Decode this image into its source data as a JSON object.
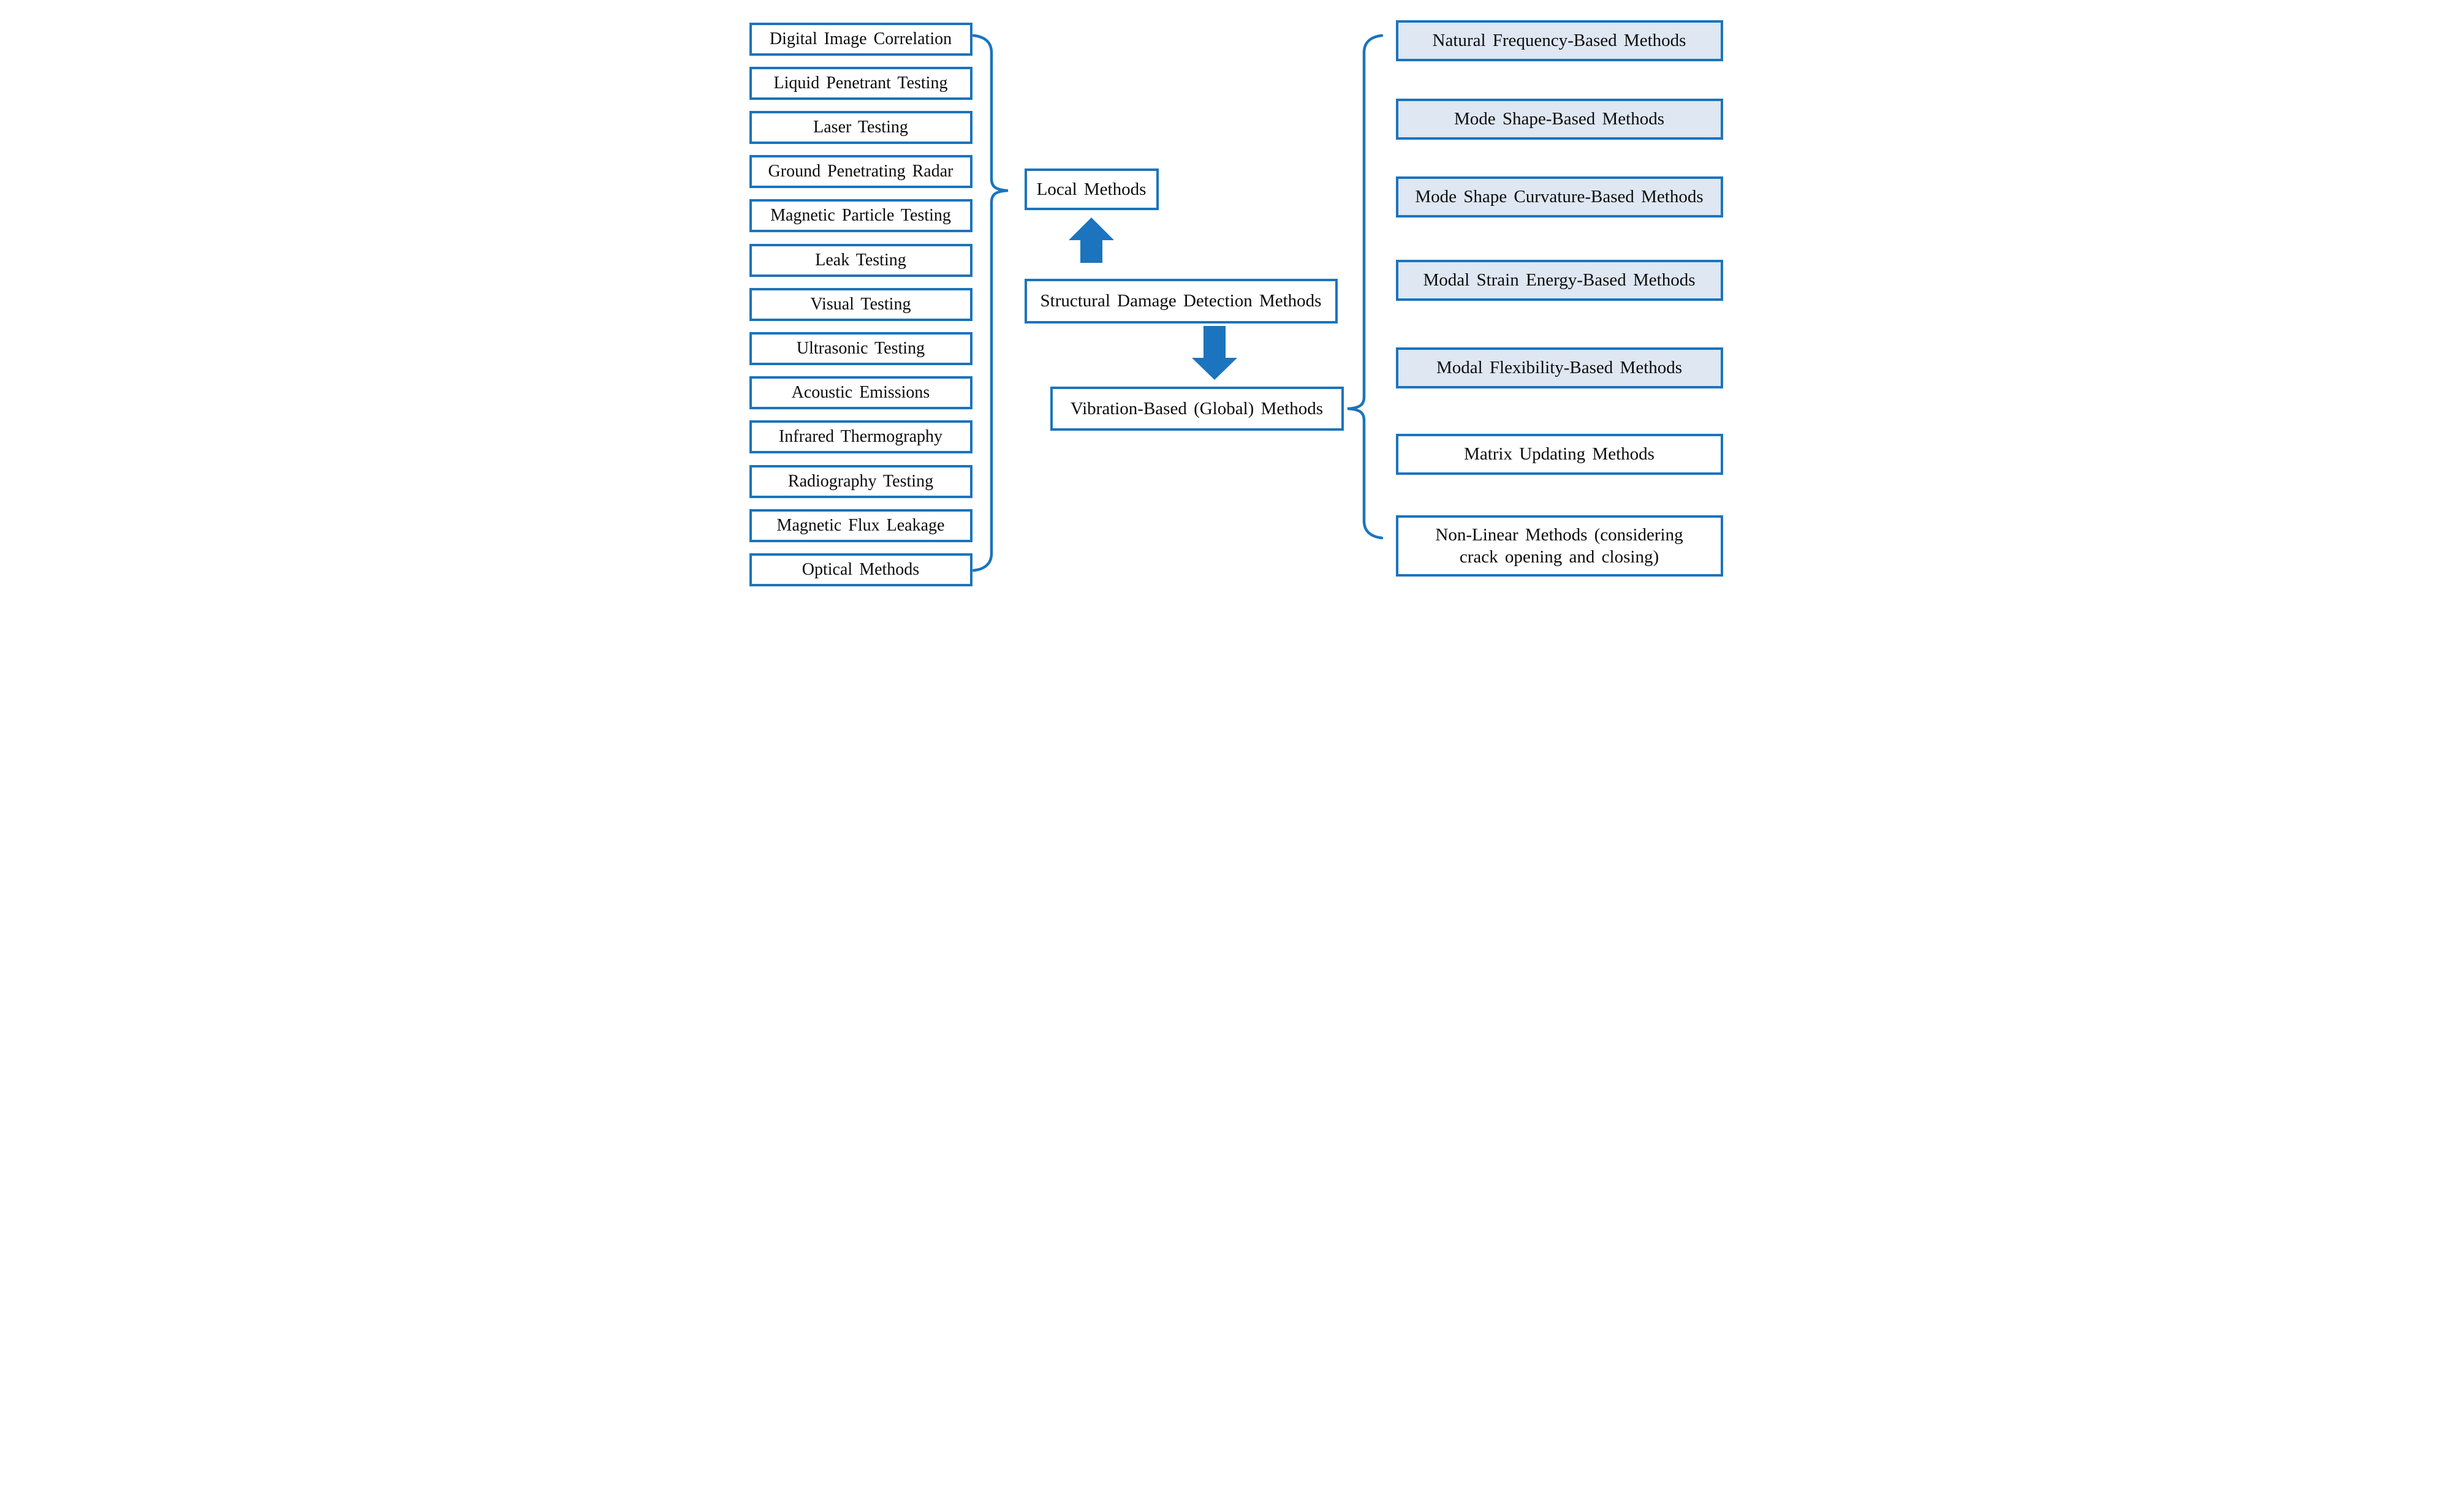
{
  "figure": {
    "title_semantic": "Structural damage detection methods classification diagram",
    "center": {
      "root_label": "Structural Damage Detection Methods",
      "local_label": "Local Methods",
      "global_label": "Vibration-Based (Global) Methods"
    },
    "left": {
      "group": "Local Methods",
      "items": [
        {
          "label": "Digital Image Correlation"
        },
        {
          "label": "Liquid Penetrant Testing"
        },
        {
          "label": "Laser Testing"
        },
        {
          "label": "Ground Penetrating Radar"
        },
        {
          "label": "Magnetic Particle Testing"
        },
        {
          "label": "Leak Testing"
        },
        {
          "label": "Visual Testing"
        },
        {
          "label": "Ultrasonic Testing"
        },
        {
          "label": "Acoustic Emissions"
        },
        {
          "label": "Infrared Thermography"
        },
        {
          "label": "Radiography Testing"
        },
        {
          "label": "Magnetic Flux Leakage"
        },
        {
          "label": "Optical Methods"
        }
      ]
    },
    "right": {
      "group": "Vibration-Based (Global) Methods",
      "items": [
        {
          "label": "Natural Frequency-Based Methods",
          "tinted": true
        },
        {
          "label": "Mode Shape-Based Methods",
          "tinted": true
        },
        {
          "label": "Mode Shape Curvature-Based Methods",
          "tinted": true
        },
        {
          "label": "Modal Strain Energy-Based Methods",
          "tinted": true
        },
        {
          "label": "Modal Flexibility-Based Methods",
          "tinted": true
        },
        {
          "label": "Matrix Updating Methods",
          "tinted": false
        },
        {
          "label": "Non-Linear Methods (considering crack opening and closing)",
          "tinted": false
        }
      ]
    }
  },
  "colors": {
    "line_blue": "#1b74bd",
    "tinted_fill": "#dee7f2",
    "box_fill": "#ffffff",
    "text_color": "#0d0d0d"
  }
}
